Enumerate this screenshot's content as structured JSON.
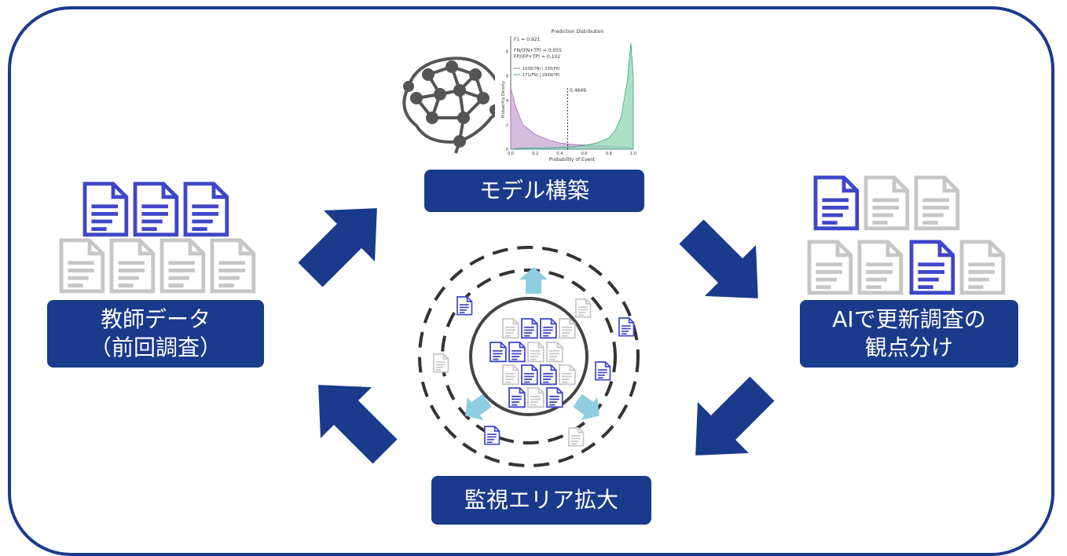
{
  "labels": {
    "teacher_line1": "教師データ",
    "teacher_line2": "（前回調査）",
    "model": "モデル構築",
    "ai_line1": "AIで更新調査の",
    "ai_line2": "観点分け",
    "expand": "監視エリア拡大"
  },
  "colors": {
    "navy": "#1a3a8c",
    "doc_blue": "#3f46c8",
    "doc_gray": "#c6c6c6",
    "light_arrow": "#8fcde0",
    "chart_purple": "#c9a6d8",
    "chart_green": "#8fd6b4"
  },
  "inset_chart": {
    "title": "Prediction Distribution",
    "stats": [
      "F1 = 0.921",
      "FN/(FN+TP) = 0.055",
      "FP/(FP+TP) = 0.102"
    ],
    "legend": [
      "1036(TN) | 335(FP)",
      "171(FN) | 2939(TP)"
    ],
    "threshold_label": "0.4649",
    "ylabel": "Probability Density",
    "xlabel": "Probability of Event",
    "xticks": [
      "0.0",
      "0.2",
      "0.4",
      "0.6",
      "0.8",
      "1.0"
    ],
    "yticks": [
      "0",
      "2",
      "4",
      "6",
      "8"
    ]
  },
  "chart_data": {
    "type": "area",
    "title": "Prediction Distribution",
    "xlabel": "Probability of Event",
    "ylabel": "Probability Density",
    "xlim": [
      0,
      1
    ],
    "ylim": [
      0,
      9
    ],
    "x": [
      0.0,
      0.05,
      0.1,
      0.2,
      0.3,
      0.4,
      0.5,
      0.6,
      0.7,
      0.8,
      0.85,
      0.9,
      0.95,
      0.98,
      1.0
    ],
    "series": [
      {
        "name": "",
        "values": [
          5.0,
          3.2,
          2.0,
          1.2,
          0.8,
          0.5,
          0.4,
          0.35,
          0.3,
          0.25,
          0.2,
          0.18,
          0.15,
          0.1,
          0.05
        ]
      },
      {
        "name": "",
        "values": [
          0.0,
          0.05,
          0.08,
          0.1,
          0.12,
          0.15,
          0.2,
          0.3,
          0.5,
          0.9,
          1.5,
          2.6,
          5.5,
          8.7,
          6.0
        ]
      }
    ],
    "threshold": 0.4649
  }
}
